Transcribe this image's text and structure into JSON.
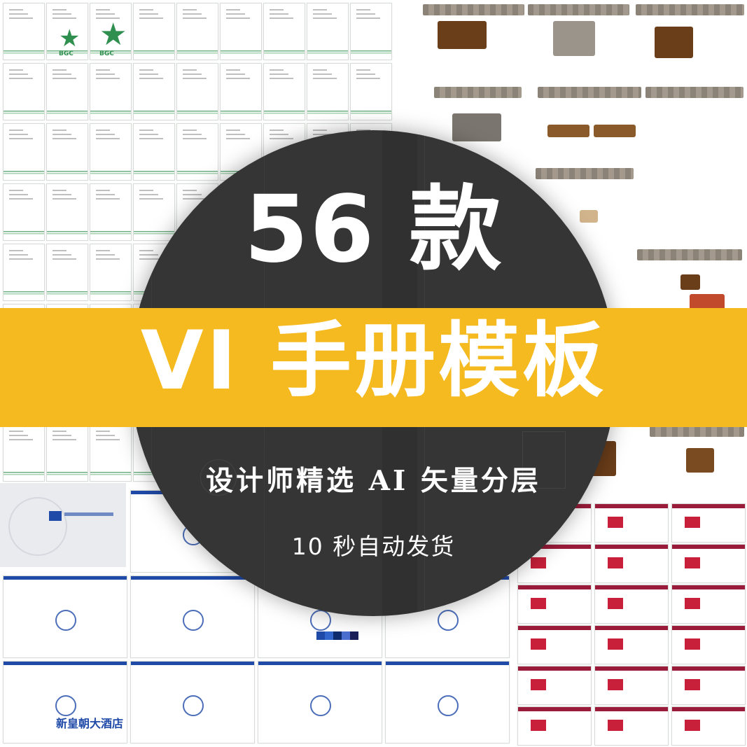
{
  "promo": {
    "heading": "56 款",
    "band_title": "VI 手册模板",
    "subtitle": "设计师精选 AI 矢量分层",
    "delivery_note": "10 秒自动发货"
  },
  "colors": {
    "circle": "#353535",
    "band": "#f5ba1f",
    "text": "#ffffff",
    "green_brand": "#2f8f4e",
    "brown_brand": "#8a5a2b",
    "blue_brand": "#1f4aa8",
    "red_brand": "#9b1c3a"
  },
  "collage": {
    "green_brand_text": "BGC",
    "blue_brand_text": "新皇朝大酒店"
  }
}
